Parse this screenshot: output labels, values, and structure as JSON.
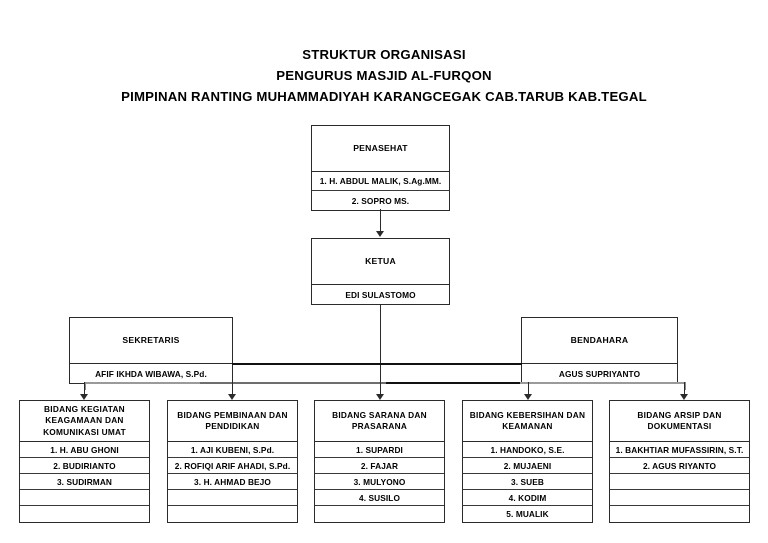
{
  "title": {
    "line1": "STRUKTUR ORGANISASI",
    "line2": "PENGURUS MASJID AL-FURQON",
    "line3": "PIMPINAN RANTING MUHAMMADIYAH KARANGCEGAK CAB.TARUB KAB.TEGAL"
  },
  "chart_data": {
    "type": "diagram",
    "diagram_kind": "organizational-chart",
    "title": "STRUKTUR ORGANISASI PENGURUS MASJID AL-FURQON",
    "levels": [
      {
        "level": 0,
        "nodes": [
          "penasehat"
        ]
      },
      {
        "level": 1,
        "nodes": [
          "ketua"
        ]
      },
      {
        "level": 2,
        "nodes": [
          "sekretaris",
          "bendahara"
        ]
      },
      {
        "level": 3,
        "nodes": [
          "bidang-1",
          "bidang-2",
          "bidang-3",
          "bidang-4",
          "bidang-5"
        ]
      }
    ],
    "edges": [
      {
        "from": "penasehat",
        "to": "ketua",
        "style": "arrow"
      },
      {
        "from": "ketua",
        "to": "sekretaris",
        "style": "line"
      },
      {
        "from": "ketua",
        "to": "bendahara",
        "style": "line"
      },
      {
        "from": "ketua",
        "to": "bidang-1",
        "style": "arrow"
      },
      {
        "from": "ketua",
        "to": "bidang-2",
        "style": "arrow"
      },
      {
        "from": "ketua",
        "to": "bidang-3",
        "style": "arrow"
      },
      {
        "from": "ketua",
        "to": "bidang-4",
        "style": "arrow"
      },
      {
        "from": "ketua",
        "to": "bidang-5",
        "style": "arrow"
      }
    ]
  },
  "penasehat": {
    "header": "PENASEHAT",
    "members": [
      "1. H. ABDUL MALIK, S.Ag.MM.",
      "2. SOPRO MS."
    ]
  },
  "ketua": {
    "header": "KETUA",
    "members": [
      "EDI SULASTOMO"
    ]
  },
  "sekretaris": {
    "header": "SEKRETARIS",
    "members": [
      "AFIF IKHDA WIBAWA, S.Pd."
    ]
  },
  "bendahara": {
    "header": "BENDAHARA",
    "members": [
      "AGUS SUPRIYANTO"
    ]
  },
  "bidang": [
    {
      "header": "BIDANG KEGIATAN KEAGAMAAN DAN KOMUNIKASI UMAT",
      "header_lines": [
        "BIDANG KEGIATAN",
        "KEAGAMAAN DAN",
        "KOMUNIKASI UMAT"
      ],
      "members": [
        "1. H. ABU GHONI",
        "2. BUDIRIANTO",
        "3. SUDIRMAN",
        "",
        ""
      ]
    },
    {
      "header": "BIDANG PEMBINAAN DAN PENDIDIKAN",
      "header_lines": [
        "BIDANG PEMBINAAN DAN",
        "PENDIDIKAN"
      ],
      "members": [
        "1. AJI KUBENI, S.Pd.",
        "2. ROFIQI ARIF AHADI, S.Pd.",
        "3. H. AHMAD BEJO",
        "",
        ""
      ]
    },
    {
      "header": "BIDANG SARANA DAN PRASARANA",
      "header_lines": [
        "BIDANG SARANA DAN",
        "PRASARANA"
      ],
      "members": [
        "1. SUPARDI",
        "2. FAJAR",
        "3. MULYONO",
        "4. SUSILO",
        ""
      ]
    },
    {
      "header": "BIDANG KEBERSIHAN DAN KEAMANAN",
      "header_lines": [
        "BIDANG KEBERSIHAN DAN",
        "KEAMANAN"
      ],
      "members": [
        "1. HANDOKO, S.E.",
        "2. MUJAENI",
        "3. SUEB",
        "4. KODIM",
        "5. MUALIK"
      ]
    },
    {
      "header": "BIDANG ARSIP DAN DOKUMENTASI",
      "header_lines": [
        "BIDANG ARSIP DAN",
        "DOKUMENTASI"
      ],
      "members": [
        "1. BAKHTIAR MUFASSIRIN, S.T.",
        "2. AGUS RIYANTO",
        "",
        "",
        ""
      ]
    }
  ]
}
